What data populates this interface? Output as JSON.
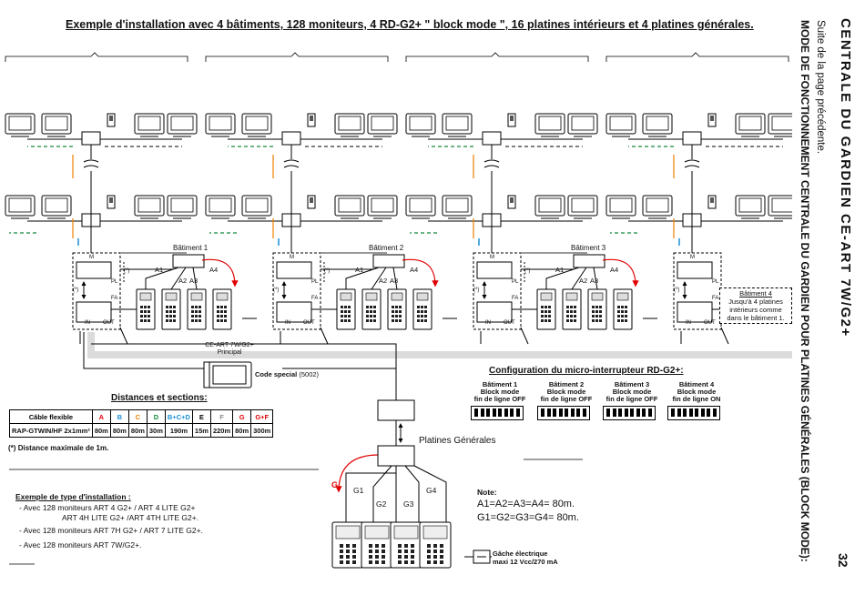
{
  "header": {
    "title": "Exemple d'installation avec 4 bâtiments, 128 moniteurs, 4 RD-G2+ \" block mode \", 16 platines intérieurs et 4 platines générales.",
    "side_title": "CENTRALE DU GARDIEN CE-ART 7W/G2+",
    "side_subtitle": "MODE DE FONCTIONNEMENT CENTRALE DU GARDIEN POUR PLATINES GÉNÉRALES (BLOCK MODE):",
    "side_note": "Suite de la page précédente.",
    "page_number": "32"
  },
  "buildings": [
    {
      "label": "Bâtiment 1"
    },
    {
      "label": "Bâtiment 2"
    },
    {
      "label": "Bâtiment 3"
    },
    {
      "label": "Bâtiment 4"
    }
  ],
  "building4_note": [
    "Jusqu'à 4 platines",
    "intérieurs comme",
    "dans le bâtiment 1."
  ],
  "block_labels": {
    "m": "M",
    "pl": "PL",
    "fa": "FA",
    "in": "IN",
    "out": "OUT",
    "star": "(*)"
  },
  "cable_labels": [
    "A1",
    "A2",
    "A3",
    "A4"
  ],
  "principal": {
    "name": "CE-ART 7W/G2+",
    "role": "Principal",
    "code_label": "Code special",
    "code_value": "(5002)"
  },
  "distances": {
    "title": "Distances et sections:",
    "header": [
      "Câble flexible",
      "A",
      "B",
      "C",
      "D",
      "B+C+D",
      "E",
      "F",
      "G",
      "G+F"
    ],
    "header_colors": [
      "#000000",
      "#e00000",
      "#1c8fd6",
      "#f08000",
      "#138a3a",
      "#1c8fd6",
      "#000000",
      "#8a8a8a",
      "#e00000",
      "#e00000"
    ],
    "row": [
      "RAP-GTWIN/HF 2x1mm²",
      "80m",
      "80m",
      "80m",
      "30m",
      "190m",
      "15m",
      "220m",
      "80m",
      "300m"
    ],
    "footnote": "Distance maximale de 1m."
  },
  "dip_config": {
    "title": "Configuration du micro-interrupteur RD-G2+:",
    "items": [
      {
        "line1": "Bâtiment 1",
        "line2": "Block mode",
        "line3": "fin de ligne OFF"
      },
      {
        "line1": "Bâtiment 2",
        "line2": "Block mode",
        "line3": "fin de ligne OFF"
      },
      {
        "line1": "Bâtiment 3",
        "line2": "Block mode",
        "line3": "fin de ligne OFF"
      },
      {
        "line1": "Bâtiment 4",
        "line2": "Block mode",
        "line3": "fin de ligne ON"
      }
    ]
  },
  "general": {
    "label": "Platines Générales",
    "cables": [
      "G1",
      "G2",
      "G3",
      "G4"
    ],
    "g_label": "G"
  },
  "note": {
    "title": "Note:",
    "line1": "A1=A2=A3=A4= 80m.",
    "line2": "G1=G2=G3=G4= 80m."
  },
  "gache": {
    "line1": "Gâche électrique",
    "line2": "maxi 12 Vcc/270 mA"
  },
  "installation": {
    "title": "Exemple de type d'installation :",
    "items": [
      "- Avec 128 moniteurs ART 4 G2+ / ART 4 LITE G2+",
      "ART 4H LITE G2+ /ART 4TH LITE G2+.",
      "- Avec 128 moniteurs ART 7H G2+ / ART 7 LITE G2+.",
      "- Avec 128 moniteurs ART 7W/G2+."
    ]
  },
  "colors": {
    "red": "#e00000",
    "blue": "#1c8fd6",
    "orange": "#f08000",
    "green": "#138a3a"
  }
}
